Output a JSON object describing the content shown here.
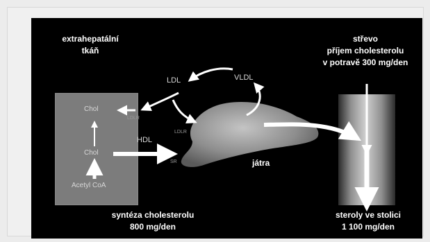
{
  "labels": {
    "extrahepatic": [
      "extrahepatální",
      "tkáň"
    ],
    "intestine": [
      "střevo",
      "příjem cholesterolu",
      "v potravě 300 mg/den"
    ],
    "synthesis": [
      "syntéza cholesterolu",
      "800 mg/den"
    ],
    "excretion": [
      "steroly ve stolici",
      "1 100 mg/den"
    ],
    "liver": "játra",
    "ldl": "LDL",
    "vldl": "VLDL",
    "hdl": "HDL",
    "chol_top": "Chol",
    "chol_bottom": "Chol",
    "acetyl": "Acetyl CoA",
    "ldl_receptor_tissue": "LDLR",
    "ldl_receptor_liver": "LDLR",
    "hdl_receptor_liver": "SR"
  },
  "colors": {
    "background": "#000000",
    "text": "#ffffff",
    "arrow": "#ffffff",
    "tissue_box": "#7c7c7c",
    "liver": "#9a9a9a"
  }
}
